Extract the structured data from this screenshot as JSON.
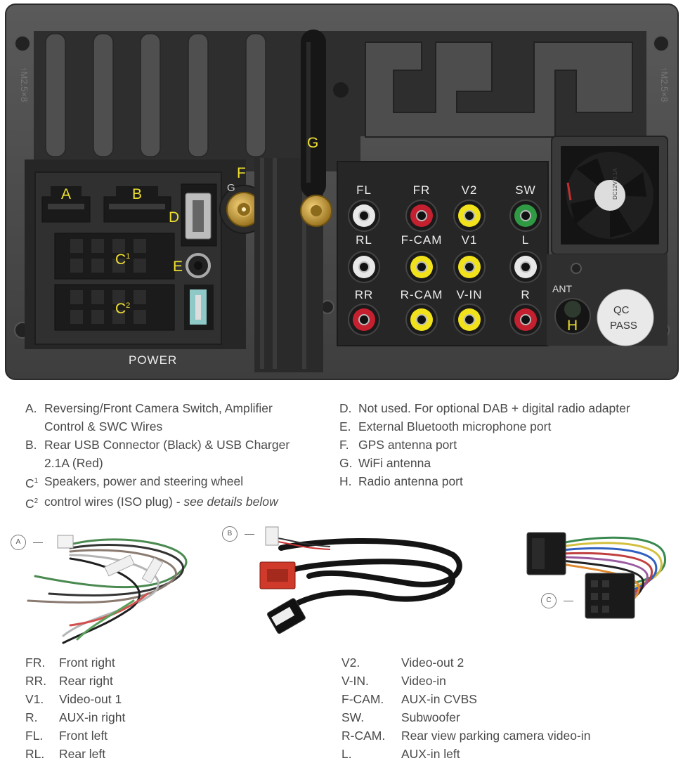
{
  "panel": {
    "connector_labels": {
      "a": "A",
      "b": "B",
      "c1": "C",
      "c1_sup": "1",
      "c2": "C",
      "c2_sup": "2",
      "d": "D",
      "e": "E",
      "f": "F",
      "g_gps": "G",
      "g": "G",
      "h": "H"
    },
    "power_label": "POWER",
    "screw_marks": {
      "left": "↑M2.5×8",
      "right": "↑M2.5×8"
    },
    "rca": {
      "row1": [
        "FL",
        "FR",
        "V2",
        "SW"
      ],
      "row2": [
        "RL",
        "F-CAM",
        "V1",
        "L"
      ],
      "row3": [
        "RR",
        "R-CAM",
        "V-IN",
        "R"
      ]
    },
    "ant_label": "ANT",
    "qc": [
      "QC",
      "PASS"
    ],
    "fan_sticker": "DC12V 0.1A"
  },
  "legend_left": [
    {
      "key": "A.",
      "text": "Reversing/Front Camera Switch, Amplifier"
    },
    {
      "key": "",
      "text": "Control & SWC Wires"
    },
    {
      "key": "B.",
      "text": "Rear USB Connector (Black) & USB Charger"
    },
    {
      "key": "",
      "text": "2.1A (Red)"
    },
    {
      "key": "C",
      "sup": "1",
      "text": "Speakers, power and steering wheel"
    },
    {
      "key": "C",
      "sup": "2",
      "text": "control wires (ISO plug) - ",
      "em": "see details below"
    }
  ],
  "legend_right": [
    {
      "key": "D.",
      "text": "Not used.  For optional DAB + digital radio adapter"
    },
    {
      "key": "E.",
      "text": "External Bluetooth microphone port"
    },
    {
      "key": "F.",
      "text": "GPS antenna port"
    },
    {
      "key": "G.",
      "text": "WiFi antenna"
    },
    {
      "key": "H.",
      "text": "Radio antenna port"
    }
  ],
  "cable_badges": {
    "a": "A",
    "b": "B",
    "c": "C"
  },
  "abbr_left": [
    {
      "ab": "FR.",
      "desc": "Front right"
    },
    {
      "ab": "RR.",
      "desc": "Rear right"
    },
    {
      "ab": "V1.",
      "desc": "Video-out 1"
    },
    {
      "ab": "R.",
      "desc": "AUX-in right"
    },
    {
      "ab": "FL.",
      "desc": "Front left"
    },
    {
      "ab": "RL.",
      "desc": "Rear left"
    }
  ],
  "abbr_right": [
    {
      "ab": "V2.",
      "desc": "Video-out 2"
    },
    {
      "ab": "V-IN.",
      "desc": "Video-in"
    },
    {
      "ab": "F-CAM.",
      "desc": "AUX-in CVBS"
    },
    {
      "ab": "SW.",
      "desc": "Subwoofer"
    },
    {
      "ab": "R-CAM.",
      "desc": "Rear view parking camera video-in"
    },
    {
      "ab": "L.",
      "desc": "AUX-in left"
    }
  ]
}
